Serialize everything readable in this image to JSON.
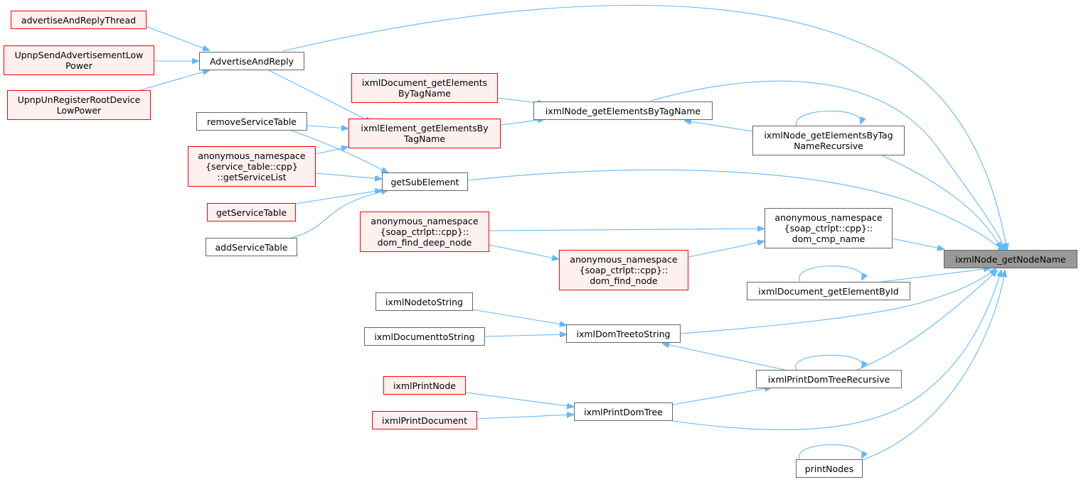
{
  "colors": {
    "edge": "#63b8ff",
    "red_border": "#ff0000",
    "red_fill": "#fff0f0",
    "target_fill": "#999999",
    "normal_border": "#666666"
  },
  "nodes": {
    "advertiseAndReplyThread": "advertiseAndReplyThread",
    "upnpSendAdvertisementLowPower": "UpnpSendAdvertisementLow\nPower",
    "upnpUnRegisterRootDeviceLowPower": "UpnpUnRegisterRootDevice\nLowPower",
    "advertiseAndReply": "AdvertiseAndReply",
    "removeServiceTable": "removeServiceTable",
    "anonymousGetServiceList": "anonymous_namespace\n{service_table::cpp}\n::getServiceList",
    "getServiceTable": "getServiceTable",
    "addServiceTable": "addServiceTable",
    "ixmlDocumentGetElementsByTagName": "ixmlDocument_getElements\nByTagName",
    "ixmlElementGetElementsByTagName": "ixmlElement_getElementsBy\nTagName",
    "getSubElement": "getSubElement",
    "domFindDeepNode": "anonymous_namespace\n{soap_ctrlpt::cpp}::\ndom_find_deep_node",
    "domFindNode": "anonymous_namespace\n{soap_ctrlpt::cpp}::\ndom_find_node",
    "ixmlNodeGetElementsByTagName": "ixmlNode_getElementsByTagName",
    "ixmlNodeGetElementsByTagNameRecursive": "ixmlNode_getElementsByTag\nNameRecursive",
    "domCmpName": "anonymous_namespace\n{soap_ctrlpt::cpp}::\ndom_cmp_name",
    "ixmlDocumentGetElementById": "ixmlDocument_getElementById",
    "ixmlNodetoString": "ixmlNodetoString",
    "ixmlDocumenttoString": "ixmlDocumenttoString",
    "ixmlDomTreetoString": "ixmlDomTreetoString",
    "ixmlPrintNode": "ixmlPrintNode",
    "ixmlPrintDocument": "ixmlPrintDocument",
    "ixmlPrintDomTree": "ixmlPrintDomTree",
    "ixmlPrintDomTreeRecursive": "ixmlPrintDomTreeRecursive",
    "printNodes": "printNodes",
    "ixmlNodeGetNodeName": "ixmlNode_getNodeName"
  }
}
